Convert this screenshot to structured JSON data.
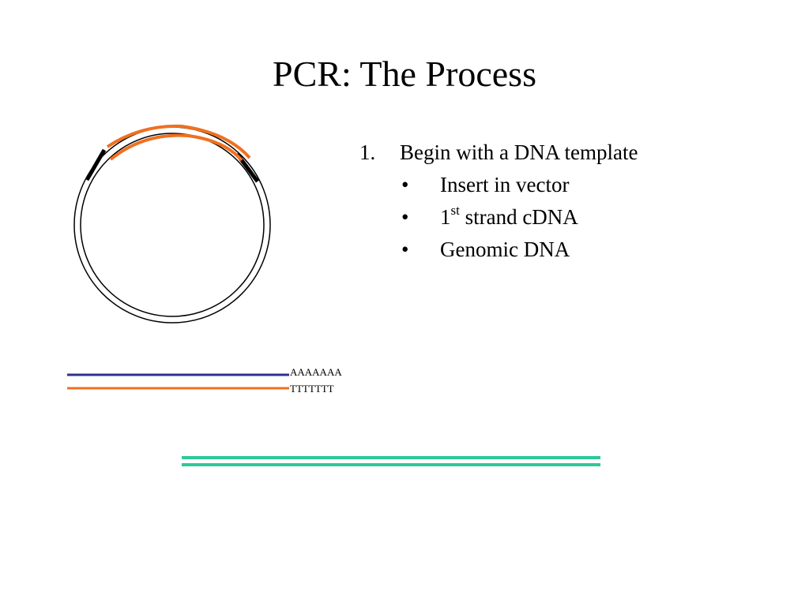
{
  "slide": {
    "title": "PCR: The Process"
  },
  "steps": [
    {
      "number": "1.",
      "text": "Begin with a DNA template",
      "bullets": [
        {
          "symbol": "•",
          "text": "Insert in vector"
        },
        {
          "symbol": "•",
          "text_main": "1",
          "text_sup": "st",
          "text_rest": " strand cDNA"
        },
        {
          "symbol": "•",
          "text": "Genomic DNA"
        }
      ]
    }
  ],
  "diagram": {
    "cdna_top_label": "AAAAAAA",
    "cdna_bottom_label": "TTTTTTT",
    "colors": {
      "plasmid": "#000000",
      "insert": "#000000",
      "primer_strand": "#f07020",
      "mrna_strand": "#2e3192",
      "genomic_dna": "#2ec89a"
    }
  }
}
